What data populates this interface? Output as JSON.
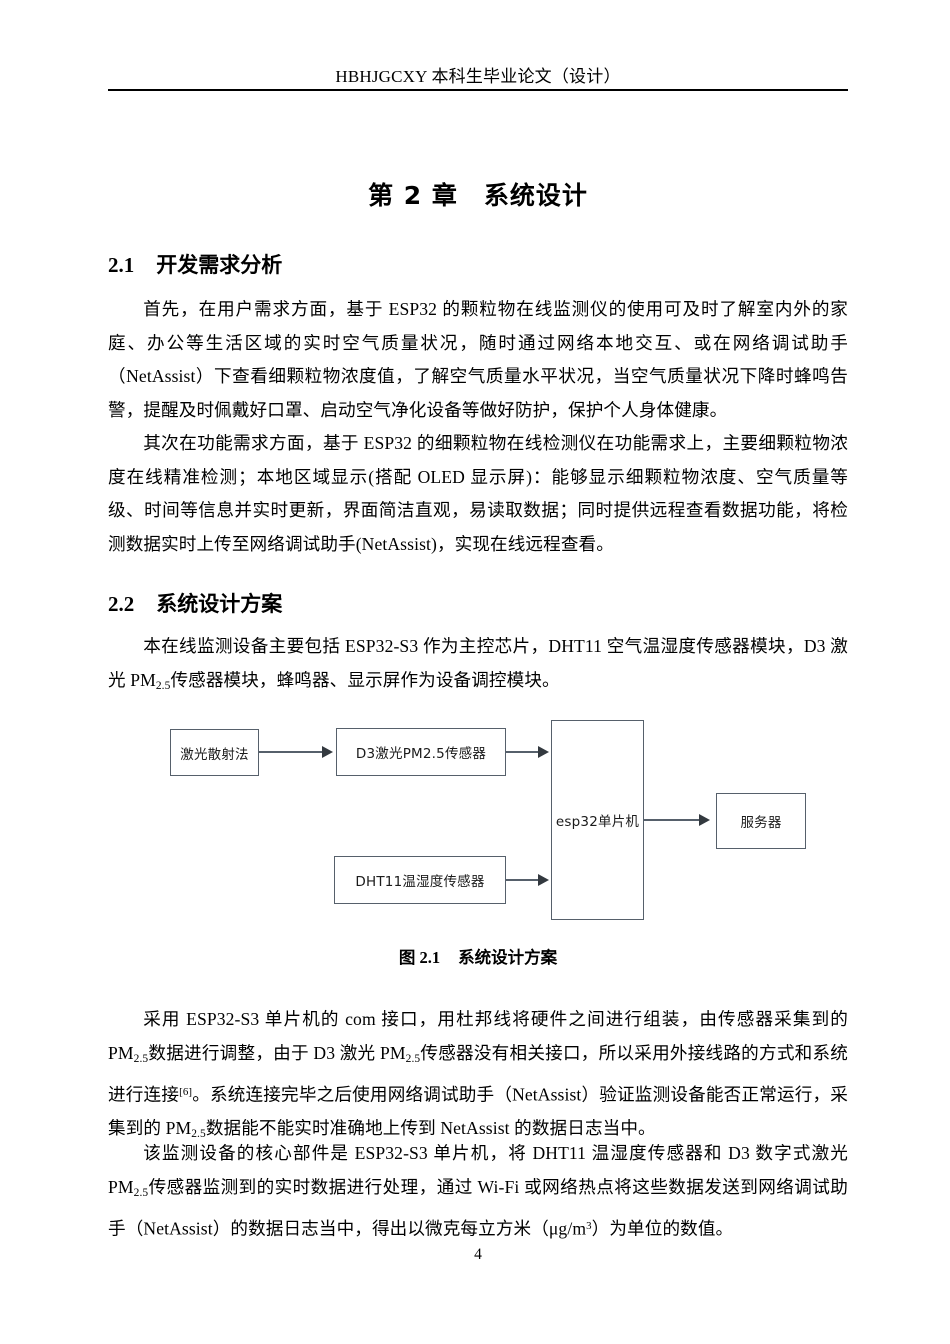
{
  "header": {
    "running_title": "HBHJGCXY 本科生毕业论文（设计）"
  },
  "chapter": {
    "title": "第 2 章　系统设计"
  },
  "sections": [
    {
      "number": "2.1",
      "title": "开发需求分析",
      "paragraphs": [
        "首先，在用户需求方面，基于 ESP32 的颗粒物在线监测仪的使用可及时了解室内外的家庭、办公等生活区域的实时空气质量状况，随时通过网络本地交互、或在网络调试助手（NetAssist）下查看细颗粒物浓度值，了解空气质量水平状况，当空气质量状况下降时蜂鸣告警，提醒及时佩戴好口罩、启动空气净化设备等做好防护，保护个人身体健康。",
        "其次在功能需求方面，基于 ESP32 的细颗粒物在线检测仪在功能需求上，主要细颗粒物浓度在线精准检测；本地区域显示(搭配 OLED 显示屏)：能够显示细颗粒物浓度、空气质量等级、时间等信息并实时更新，界面简洁直观，易读取数据；同时提供远程查看数据功能，将检测数据实时上传至网络调试助手(NetAssist)，实现在线远程查看。"
      ]
    },
    {
      "number": "2.2",
      "title": "系统设计方案",
      "paragraphs": [
        "本在线监测设备主要包括 ESP32-S3 作为主控芯片，DHT11 空气温湿度传感器模块，D3 激光 PM2.5 传感器模块，蜂鸣器、显示屏作为设备调控模块。",
        "采用 ESP32-S3 单片机的 com 接口，用杜邦线将硬件之间进行组装，由传感器采集到的 PM2.5 数据进行调整，由于 D3 激光 PM2.5 传感器没有相关接口，所以采用外接线路的方式和系统进行连接[6]。系统连接完毕之后使用网络调试助手（NetAssist）验证监测设备能否正常运行，采集到的 PM2.5 数据能不能实时准确地上传到 NetAssist 的数据日志当中。",
        "该监测设备的核心部件是 ESP32-S3 单片机，将 DHT11 温湿度传感器和 D3 数字式激光 PM2.5 传感器监测到的实时数据进行处理，通过 Wi-Fi 或网络热点将这些数据发送到网络调试助手（NetAssist）的数据日志当中，得出以微克每立方米（μg/m³）为单位的数值。"
      ]
    }
  ],
  "figure": {
    "caption_number": "图 2.1",
    "caption_title": "系统设计方案",
    "boxes": {
      "laser_method": "激光散射法",
      "d3_sensor": "D3激光PM2.5传感器",
      "dht11_sensor": "DHT11温湿度传感器",
      "mcu": "esp32单片机",
      "server": "服务器"
    },
    "box_border_color": "#56606b",
    "arrow_color": "#33393f"
  },
  "footer": {
    "page_number": "4"
  }
}
